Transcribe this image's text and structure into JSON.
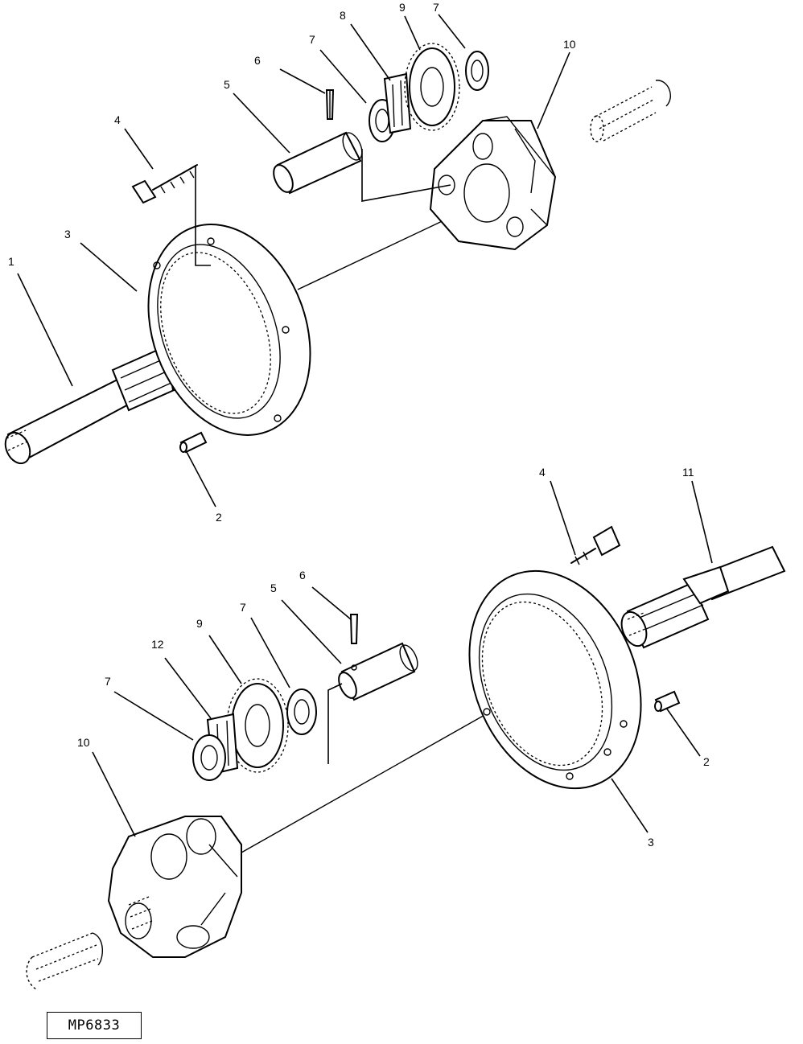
{
  "callouts": [
    {
      "id": "c-1-top",
      "text": "1"
    },
    {
      "id": "c-2-top",
      "text": "2"
    },
    {
      "id": "c-3-top",
      "text": "3"
    },
    {
      "id": "c-4-top",
      "text": "4"
    },
    {
      "id": "c-5-top",
      "text": "5"
    },
    {
      "id": "c-6-top",
      "text": "6"
    },
    {
      "id": "c-7a-top",
      "text": "7"
    },
    {
      "id": "c-8-top",
      "text": "8"
    },
    {
      "id": "c-9-top",
      "text": "9"
    },
    {
      "id": "c-7b-top",
      "text": "7"
    },
    {
      "id": "c-10-top",
      "text": "10"
    },
    {
      "id": "c-4-bot",
      "text": "4"
    },
    {
      "id": "c-11-bot",
      "text": "11"
    },
    {
      "id": "c-6-bot",
      "text": "6"
    },
    {
      "id": "c-5-bot",
      "text": "5"
    },
    {
      "id": "c-7a-bot",
      "text": "7"
    },
    {
      "id": "c-9-bot",
      "text": "9"
    },
    {
      "id": "c-12-bot",
      "text": "12"
    },
    {
      "id": "c-7b-bot",
      "text": "7"
    },
    {
      "id": "c-10-bot",
      "text": "10"
    },
    {
      "id": "c-2-bot",
      "text": "2"
    },
    {
      "id": "c-3-bot",
      "text": "3"
    }
  ],
  "figure_code": "MP6833"
}
